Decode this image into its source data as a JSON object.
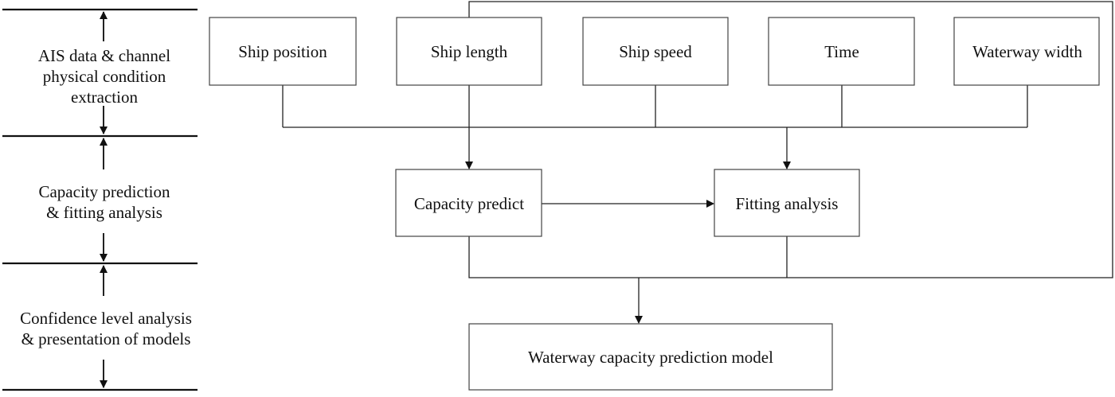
{
  "stages": [
    {
      "lines": [
        "AIS data & channel",
        "physical condition",
        "extraction"
      ]
    },
    {
      "lines": [
        "Capacity prediction",
        "& fitting analysis"
      ]
    },
    {
      "lines": [
        "Confidence level analysis",
        "& presentation of models"
      ]
    }
  ],
  "inputs": [
    "Ship position",
    "Ship length",
    "Ship speed",
    "Time",
    "Waterway width"
  ],
  "process": {
    "capacity": "Capacity predict",
    "fitting": "Fitting analysis"
  },
  "output": "Waterway capacity prediction model"
}
